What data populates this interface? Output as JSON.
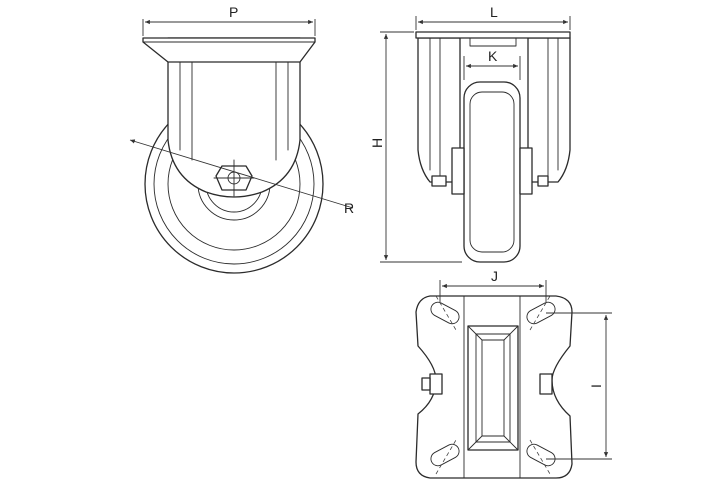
{
  "labels": {
    "P": "P",
    "R": "R",
    "L": "L",
    "K": "K",
    "H": "H",
    "J": "J",
    "I": "I"
  },
  "colors": {
    "line": "#2b2b2b",
    "background": "#ffffff"
  }
}
